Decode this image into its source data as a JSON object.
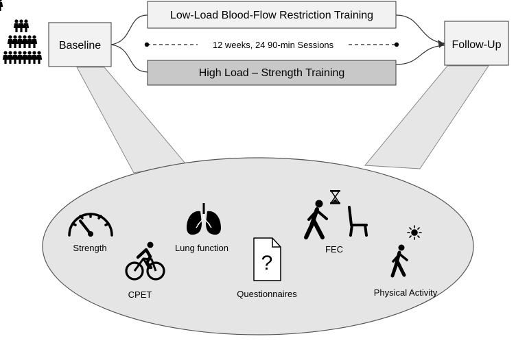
{
  "boxes": {
    "baseline": "Baseline",
    "follow_up": "Follow-Up",
    "lbfr": "Low-Load Blood-Flow Restriction Training",
    "hlst": "High Load – Strength Training"
  },
  "timeline_label": "12 weeks, 24 90-min Sessions",
  "assessments": {
    "strength": "Strength",
    "cpet": "CPET",
    "lung": "Lung function",
    "questionnaires": "Questionnaires",
    "questionnaire_mark": "?",
    "fec": "FEC",
    "physical_activity": "Physical Activity"
  },
  "colors": {
    "box_fill": "#f2f2f2",
    "box_fill_dark": "#c8c8c8",
    "stroke": "#555555",
    "ellipse_fill": "#e5e5e5",
    "cone_fill": "#e6e6e6"
  }
}
